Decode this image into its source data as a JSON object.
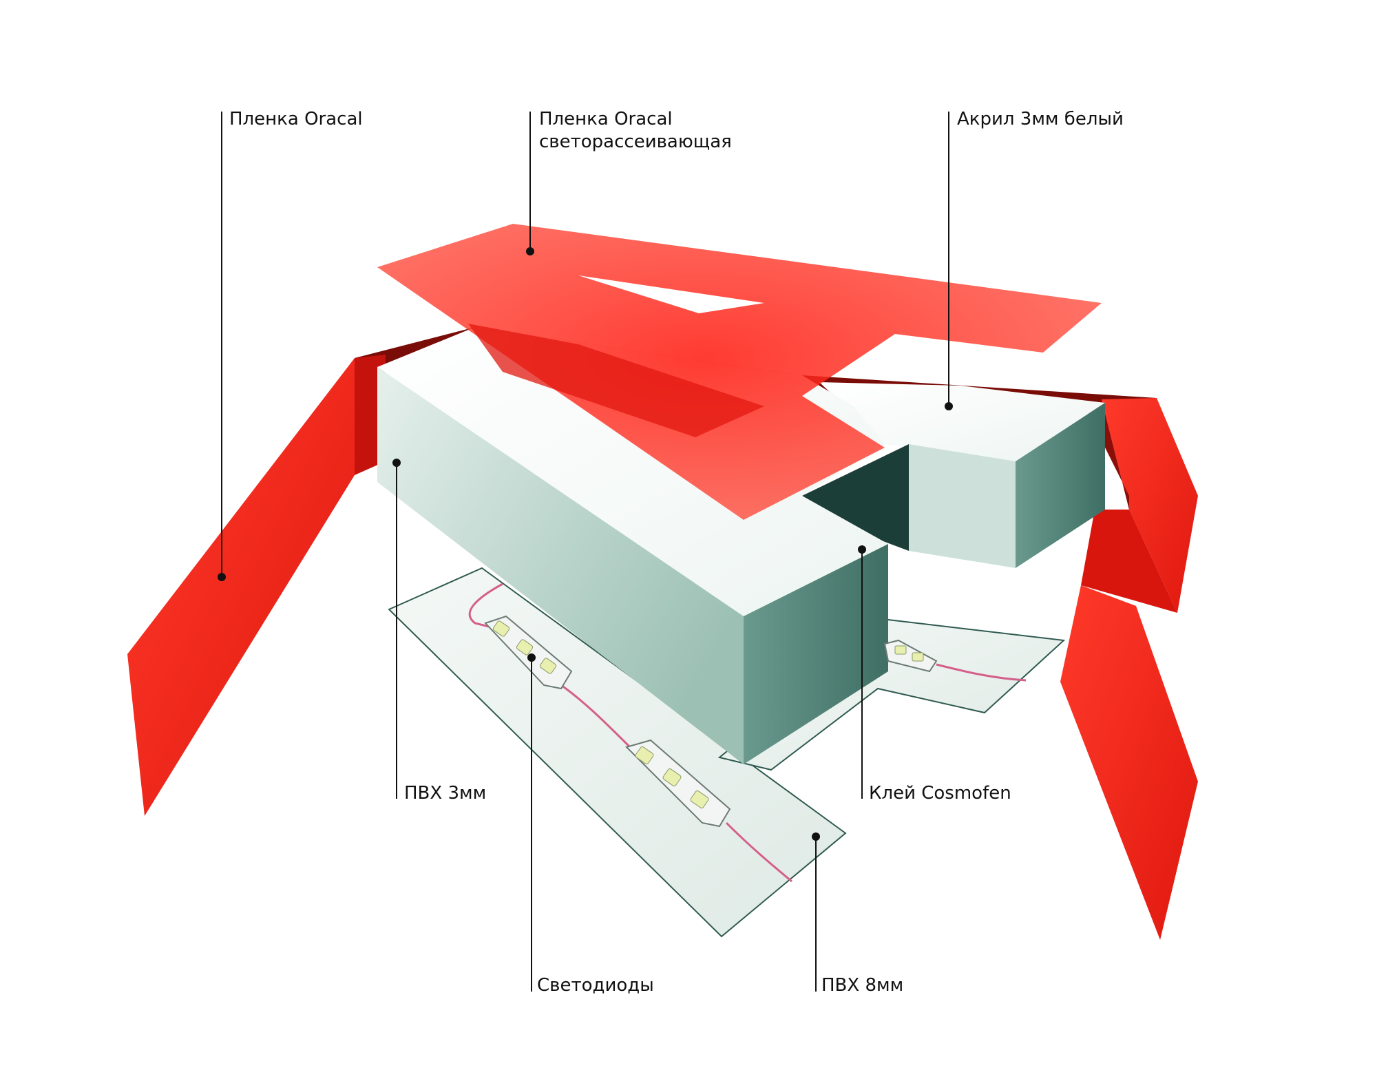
{
  "labels": {
    "oracal_film": "Пленка Oracal",
    "oracal_diffuse_line1": "Пленка Oracal",
    "oracal_diffuse_line2": "светорассеивающая",
    "acrylic": "Акрил 3мм белый",
    "pvc_3mm": "ПВХ 3мм",
    "glue": "Клей Cosmofen",
    "leds": "Светодиоды",
    "pvc_8mm": "ПВХ 8мм"
  },
  "colors": {
    "red": "#f0281e",
    "red_dark": "#c4120c",
    "maroon": "#7a0c08",
    "side_light": "#cfe3dc",
    "side_mid": "#93b9ad",
    "side_dark": "#3c6e64",
    "top_white": "#ffffff",
    "base": "#e8f1ed",
    "base_edge": "#2f5a50",
    "leader": "#111111",
    "led_body": "#f2f5f3",
    "led_chip": "#e9efae",
    "wire": "#d4608a"
  }
}
